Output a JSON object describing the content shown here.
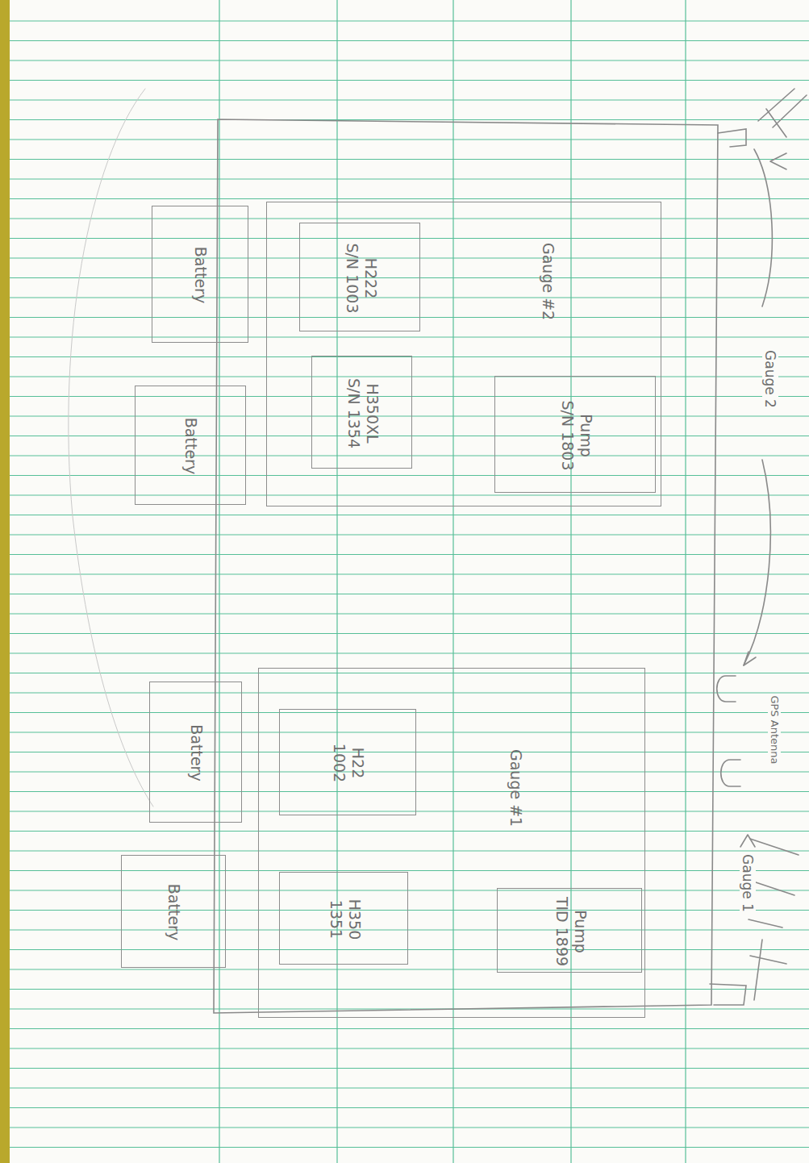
{
  "diagram": {
    "nodes": [
      {
        "text": [
          "Battery"
        ]
      },
      {
        "text": [
          "Battery"
        ]
      },
      {
        "text": [
          "Gauge #2"
        ]
      },
      {
        "text": [
          "H222",
          "S/N 1003"
        ],
        "in": 2
      },
      {
        "text": [
          "H350XL",
          "S/N 1354"
        ],
        "in": 2
      },
      {
        "text": [
          "Pump",
          "S/N 1803"
        ],
        "in": 2
      },
      {
        "text": [
          "Battery"
        ]
      },
      {
        "text": [
          "Battery"
        ]
      },
      {
        "text": [
          "Gauge #1"
        ]
      },
      {
        "text": [
          "H22",
          "1002"
        ],
        "in": 8
      },
      {
        "text": [
          "H350",
          "1351"
        ],
        "in": 8
      },
      {
        "text": [
          "Pump",
          "TID 1899"
        ],
        "in": 8
      }
    ],
    "labels": [
      "Gauge 2",
      "GPS Antenna",
      "Gauge 1"
    ]
  }
}
